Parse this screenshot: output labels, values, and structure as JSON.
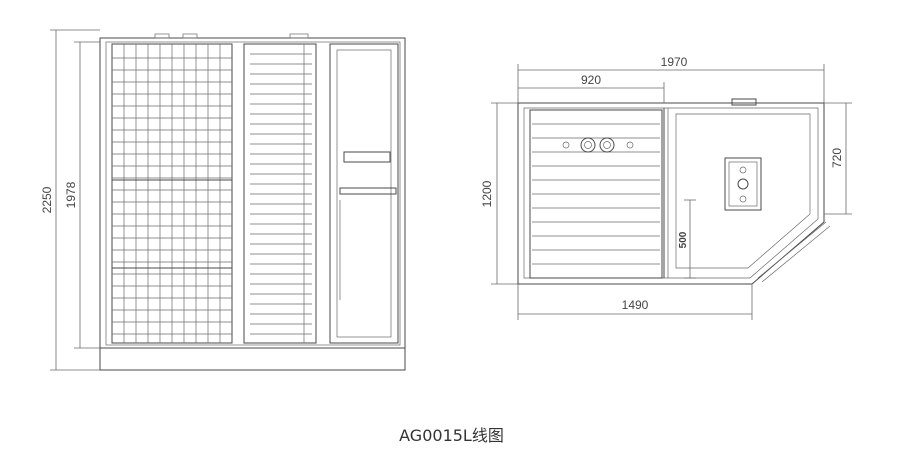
{
  "caption": "AG0015L线图",
  "front_view": {
    "dims": {
      "overall_height": "2250",
      "cabin_height": "1978"
    }
  },
  "top_view": {
    "dims": {
      "width_total": "1970",
      "width_partial": "920",
      "depth": "1200",
      "depth_right": "720",
      "width_bottom": "1490",
      "seat_depth": "500"
    }
  },
  "colors": {
    "line": "#4a4a4a",
    "dimension": "#6a6a6a",
    "background": "#ffffff"
  }
}
